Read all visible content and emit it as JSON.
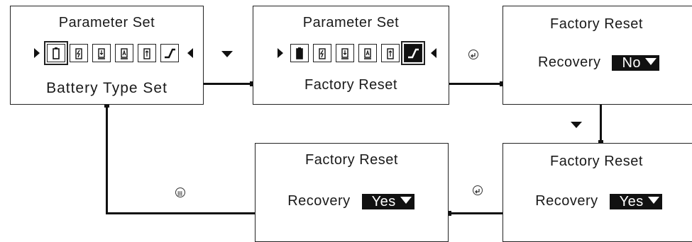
{
  "screens": {
    "s1": {
      "title": "Parameter Set",
      "caption": "Battery Type Set"
    },
    "s2": {
      "title": "Parameter Set",
      "caption": "Factory Reset"
    },
    "s3": {
      "title": "Factory Reset",
      "label": "Recovery",
      "value": "No"
    },
    "s4": {
      "title": "Factory Reset",
      "label": "Recovery",
      "value": "Yes"
    },
    "s5": {
      "title": "Factory Reset",
      "label": "Recovery",
      "value": "Yes"
    }
  },
  "icons": [
    "battery-icon",
    "charge-icon",
    "battery-download-icon",
    "battery-a-icon",
    "battery-up-icon",
    "curve-icon"
  ],
  "colors": {
    "line": "#111111",
    "border": "#222222"
  }
}
